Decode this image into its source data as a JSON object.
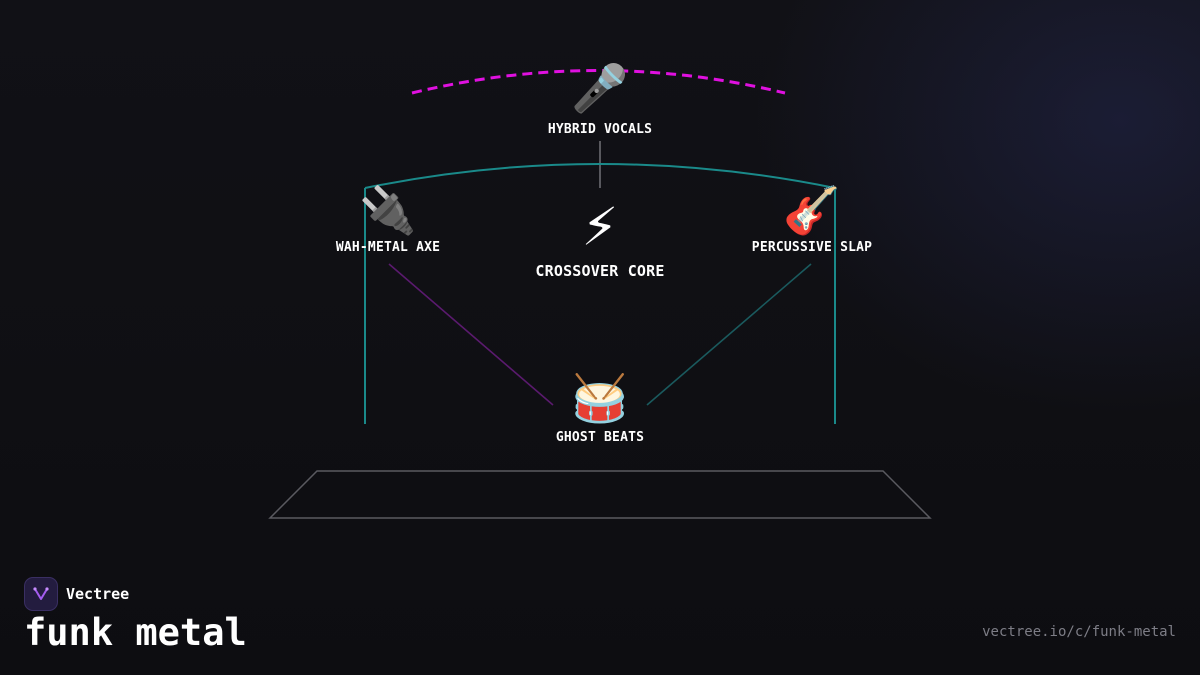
{
  "diagram": {
    "nodes": {
      "vocals": {
        "icon": "microphone",
        "glyph": "🎤",
        "label": "HYBRID VOCALS"
      },
      "axe": {
        "icon": "electric-plug",
        "glyph": "🔌",
        "label": "WAH-METAL AXE"
      },
      "core": {
        "icon": "lightning-bolt",
        "glyph": "⚡",
        "label": "CROSSOVER CORE"
      },
      "slap": {
        "icon": "guitar",
        "glyph": "🎸",
        "label": "PERCUSSIVE SLAP"
      },
      "beats": {
        "icon": "drum",
        "glyph": "🥁",
        "label": "GHOST BEATS"
      }
    },
    "colors": {
      "vocals_arc": "#e010e0",
      "teal_frame": "#1a8a8a",
      "purple_link": "#5a1a6e",
      "platform": "#5a5a60"
    }
  },
  "footer": {
    "brand_name": "Vectree",
    "title": "funk metal",
    "url": "vectree.io/c/funk-metal",
    "brand_color": "#a45cf0"
  }
}
